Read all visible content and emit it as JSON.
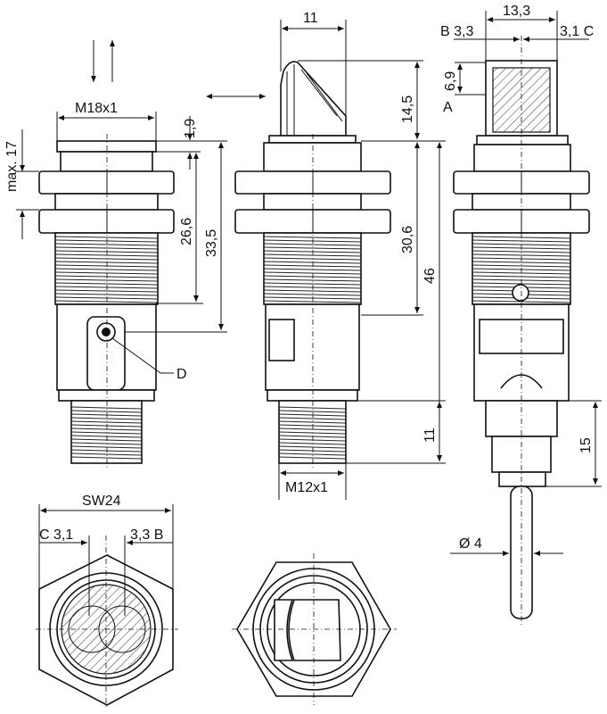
{
  "dims": {
    "d11": "11",
    "d13_3": "13,3",
    "B3_3_top": "B 3,3",
    "d3_1C_top": "3,1 C",
    "d6_9": "6,9",
    "A": "A",
    "d14_5": "14,5",
    "M18x1": "M18x1",
    "max17": "max. 17",
    "d1_9": "1,9",
    "d26_6": "26,6",
    "d33_5": "33,5",
    "d30_6": "30,6",
    "d46": "46",
    "D": "D",
    "d11_bottom": "11",
    "d15": "15",
    "M12x1": "M12x1",
    "SW24": "SW24",
    "C3_1_bottom": "C 3,1",
    "d3_3B_bottom": "3,3 B",
    "dia4": "Ø 4"
  }
}
